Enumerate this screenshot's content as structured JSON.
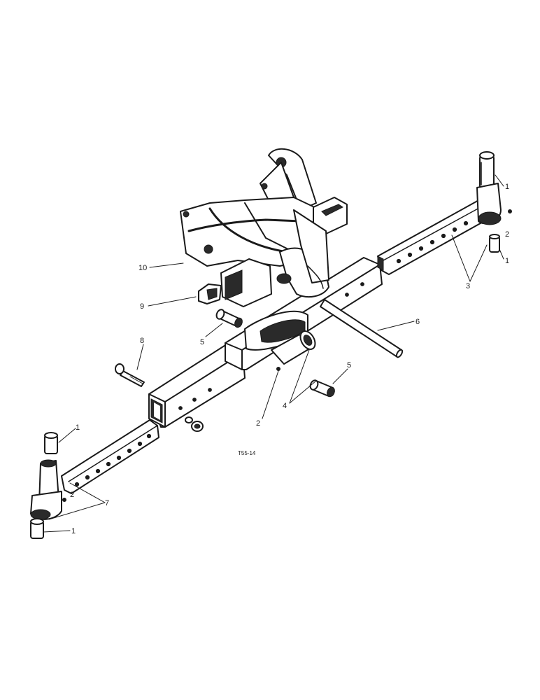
{
  "figure": {
    "drawing_code": "T55-14",
    "callouts": [
      "10",
      "9",
      "8",
      "5",
      "5",
      "6",
      "4",
      "2",
      "3",
      "2",
      "1",
      "1",
      "1",
      "1",
      "2",
      "7"
    ]
  }
}
